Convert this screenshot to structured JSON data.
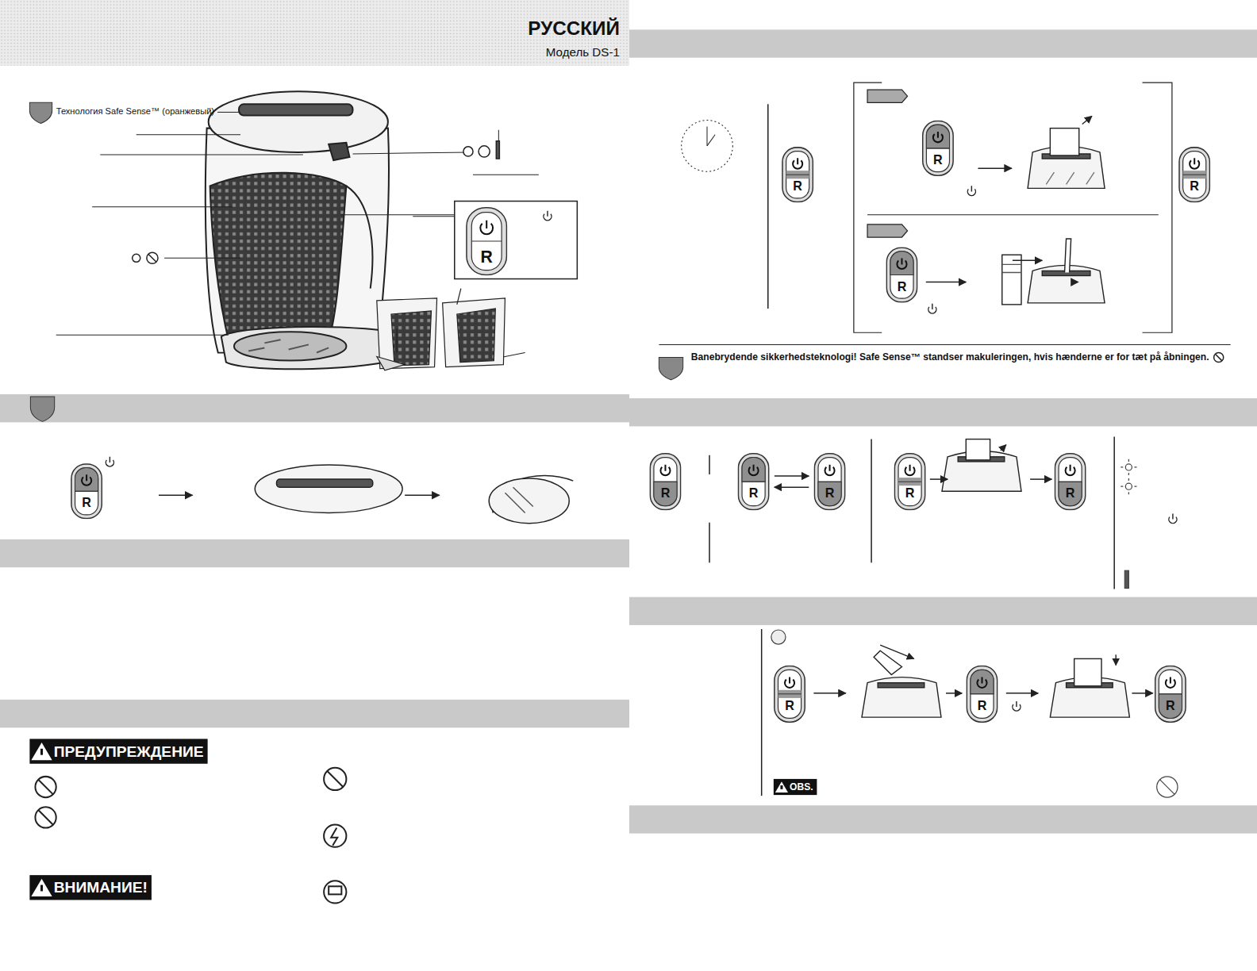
{
  "diagram": {
    "nodes": [
      {
        "text": [
          "R"
        ]
      },
      {
        "text": [
          "R"
        ]
      },
      {
        "text": [
          "R"
        ]
      },
      {
        "text": [
          "R"
        ]
      },
      {
        "text": [
          "R"
        ]
      },
      {
        "text": [
          "R"
        ]
      },
      {
        "text": [
          "R"
        ]
      },
      {
        "text": [
          "R"
        ]
      },
      {
        "text": [
          "R"
        ]
      },
      {
        "text": [
          "R"
        ]
      },
      {
        "text": [
          "R"
        ]
      },
      {
        "text": [
          "R"
        ]
      },
      {
        "text": [
          "R"
        ]
      },
      {
        "text": [
          "R"
        ]
      },
      {
        "text": [
          "ПРЕДУПРЕЖДЕНИЕ"
        ]
      },
      {
        "text": [
          "ВНИМАНИЕ!"
        ]
      },
      {
        "text": [
          "OBS."
        ]
      }
    ],
    "edges": [
      {
        "from": 7,
        "to": 8,
        "arrow": "to"
      },
      {
        "from": 8,
        "to": 7,
        "arrow": "to"
      }
    ],
    "labels": [
      "РУССКИЙ",
      "Модель DS-1",
      "Технология Safe Sense™ (оранжевый)",
      "Banebrydende sikkerhedsteknologi! Safe Sense™ standser makuleringen, hvis hænderne er for tæt på åbningen."
    ]
  }
}
